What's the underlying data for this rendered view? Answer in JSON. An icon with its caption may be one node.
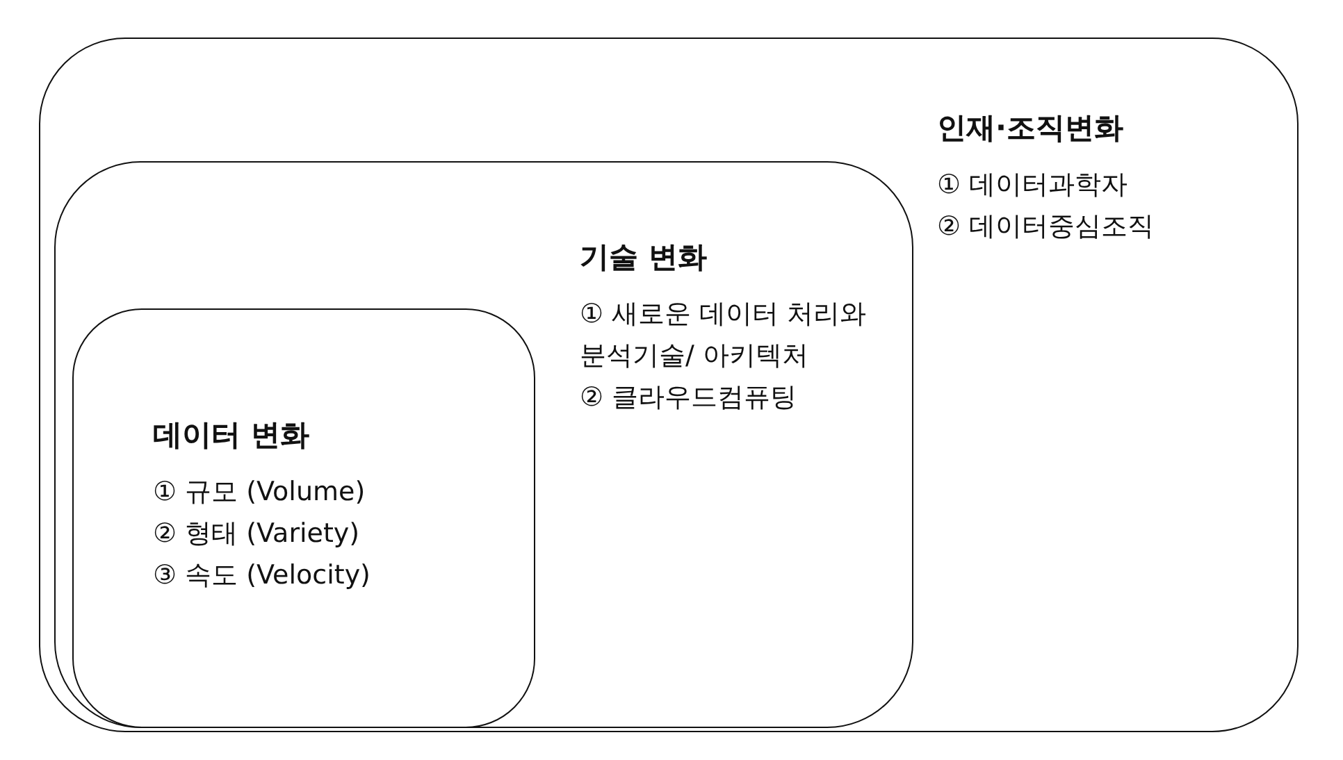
{
  "diagram": {
    "nodes": [
      {
        "text": [
          "인재·조직변화",
          "① 데이터과학자",
          "② 데이터중심조직"
        ]
      },
      {
        "text": [
          "기술 변화",
          "① 새로운 데이터 처리와 분석기술/ 아키텍처",
          "② 클라우드컴퓨팅"
        ],
        "in": 0
      },
      {
        "text": [
          "데이터 변화",
          "① 규모 (Volume)",
          "② 형태 (Variety)",
          "③ 속도 (Velocity)"
        ],
        "in": 1
      }
    ]
  }
}
